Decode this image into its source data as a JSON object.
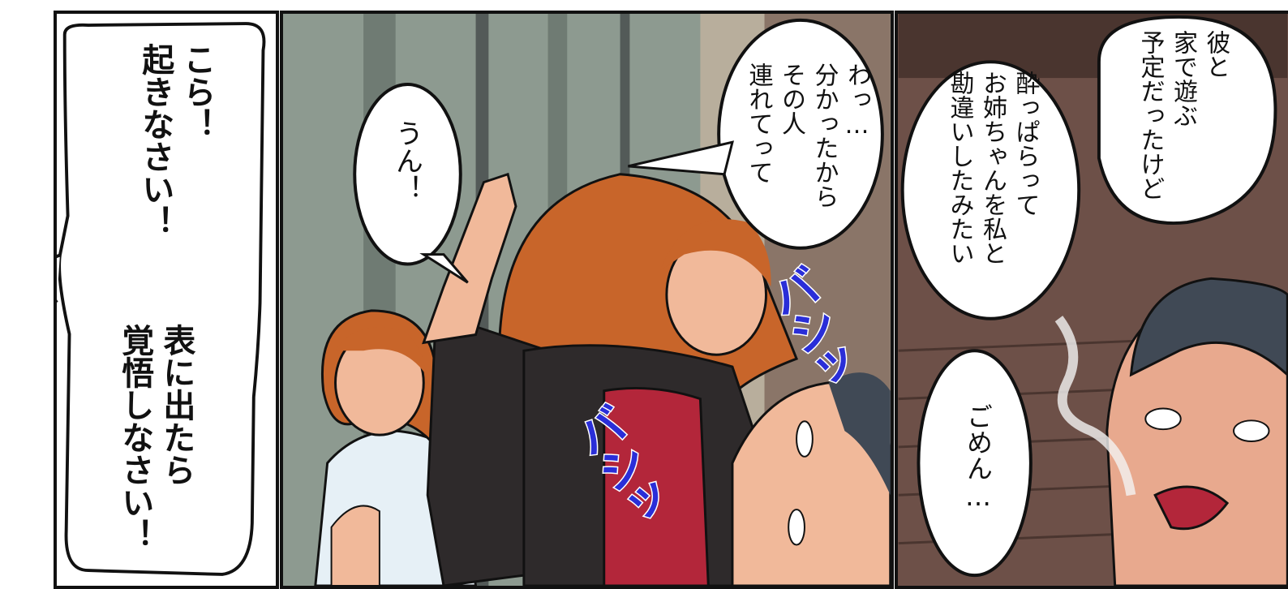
{
  "panels": {
    "left": {
      "bubble_1": "こら！\n起きなさい！",
      "bubble_2": "表に出たら\n覚悟しなさい！"
    },
    "middle": {
      "bubble_un": "うん！",
      "bubble_wa": "わっ…\n分かったから\nその人\n連れてって",
      "sfx_1": "バシッ",
      "sfx_2": "バシッ"
    },
    "right": {
      "bubble_kare": "彼と\n家で遊ぶ\n予定だったけど",
      "bubble_yoppa": "酔っぱらって\nお姉ちゃんを私と\n勘違いしたみたい",
      "bubble_gomen": "ごめん…"
    }
  },
  "colors": {
    "sfx_blue": "#2a2ed8",
    "hair_orange": "#c8652a",
    "jacket": "#2e2a2b",
    "dress_red": "#b3263a",
    "skin": "#f1b99a"
  }
}
